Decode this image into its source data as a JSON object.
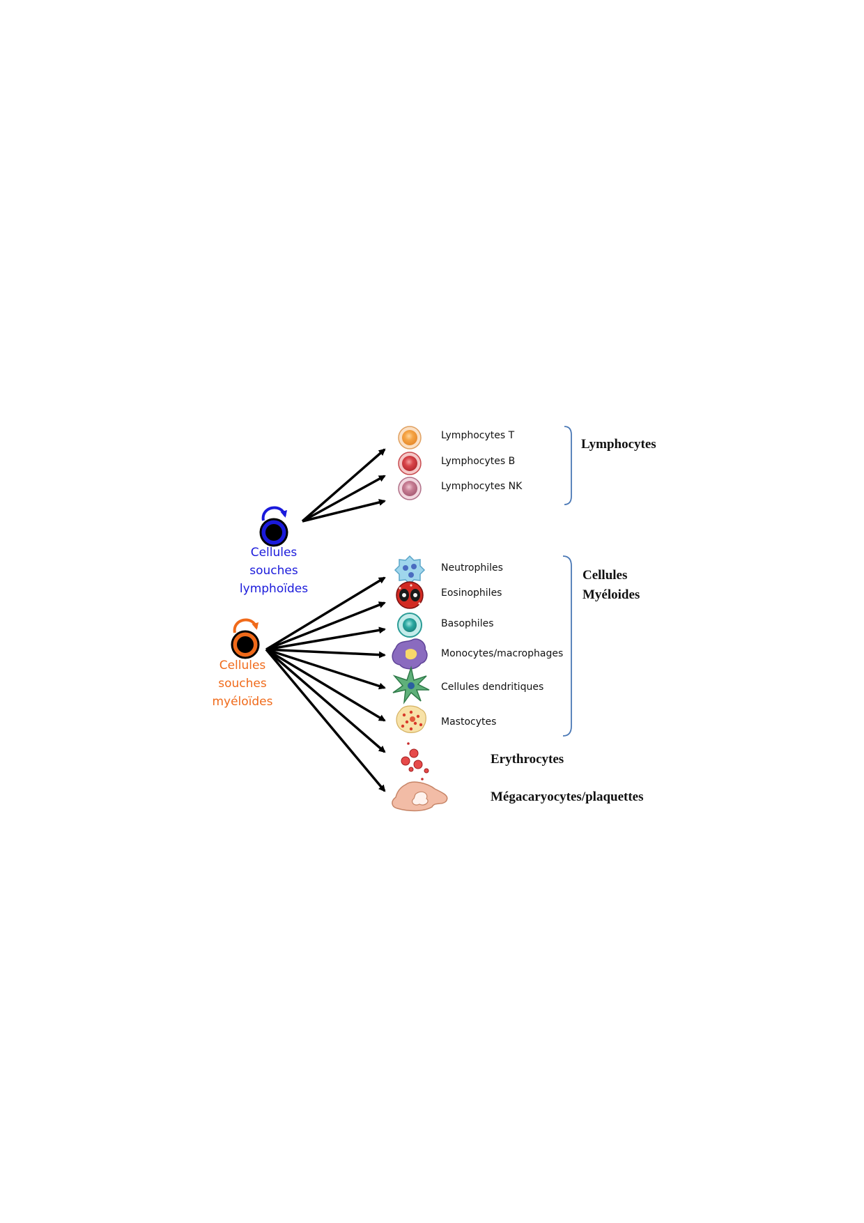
{
  "lymphoid_stem": {
    "label_lines": [
      "Cellules",
      "souches",
      "lymphoïdes"
    ],
    "color": "#1a1adb"
  },
  "myeloid_stem": {
    "label_lines": [
      "Cellules",
      "souches",
      "myéloïdes"
    ],
    "color": "#f06a1a"
  },
  "lymphoid_cells": [
    {
      "label": "Lymphocytes T",
      "icon": "t-lymphocyte-icon"
    },
    {
      "label": "Lymphocytes B",
      "icon": "b-lymphocyte-icon"
    },
    {
      "label": "Lymphocytes NK",
      "icon": "nk-lymphocyte-icon"
    }
  ],
  "myeloid_cells": [
    {
      "label": "Neutrophiles",
      "icon": "neutrophil-icon"
    },
    {
      "label": "Eosinophiles",
      "icon": "eosinophil-icon"
    },
    {
      "label": "Basophiles",
      "icon": "basophil-icon"
    },
    {
      "label": "Monocytes/macrophages",
      "icon": "macrophage-icon"
    },
    {
      "label": "Cellules dendritiques",
      "icon": "dendritic-cell-icon"
    },
    {
      "label": "Mastocytes",
      "icon": "mast-cell-icon"
    }
  ],
  "groups": {
    "lymphocytes": {
      "lines": [
        "Lymphocytes"
      ]
    },
    "myeloid": {
      "lines": [
        "Cellules",
        "Myéloides"
      ]
    }
  },
  "other_outputs": {
    "erythrocytes": {
      "label": "Erythrocytes",
      "icon": "erythrocyte-icon"
    },
    "megakaryocytes": {
      "label": "Mégacaryocytes/plaquettes",
      "icon": "megakaryocyte-icon"
    }
  },
  "colors": {
    "arrow": "#000000",
    "bracket": "#4a78b5"
  }
}
